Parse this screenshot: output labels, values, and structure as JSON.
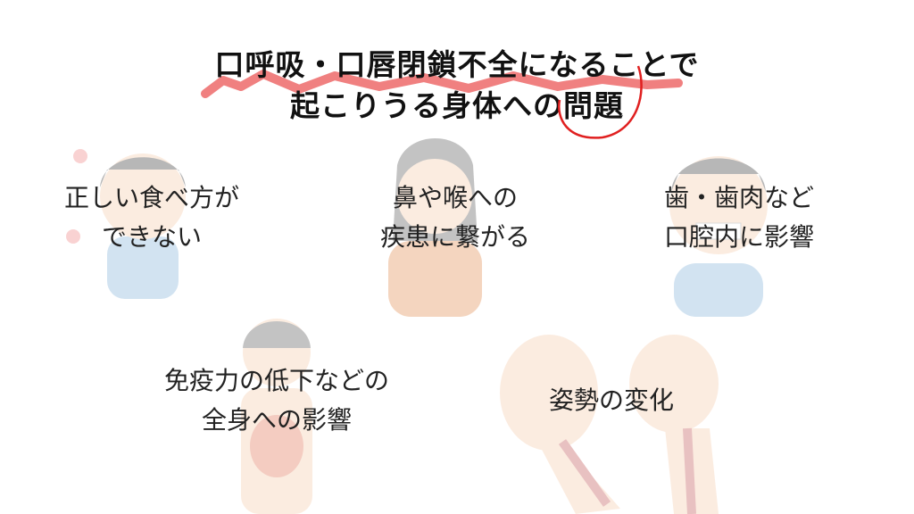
{
  "title": {
    "line1": "口呼吸・口唇閉鎖不全になることで",
    "line2": "起こりうる身体への問題"
  },
  "items": [
    {
      "line1": "正しい食べ方が",
      "line2": "できない"
    },
    {
      "line1": "鼻や喉への",
      "line2": "疾患に繋がる"
    },
    {
      "line1": "歯・歯肉など",
      "line2": "口腔内に影響"
    },
    {
      "line1": "免疫力の低下などの",
      "line2": "全身への影響"
    },
    {
      "line1": "姿勢の変化"
    }
  ],
  "colors": {
    "underline": "#f08080",
    "circle": "#e02020",
    "skin": "#f5c9a8",
    "text": "#222222"
  }
}
